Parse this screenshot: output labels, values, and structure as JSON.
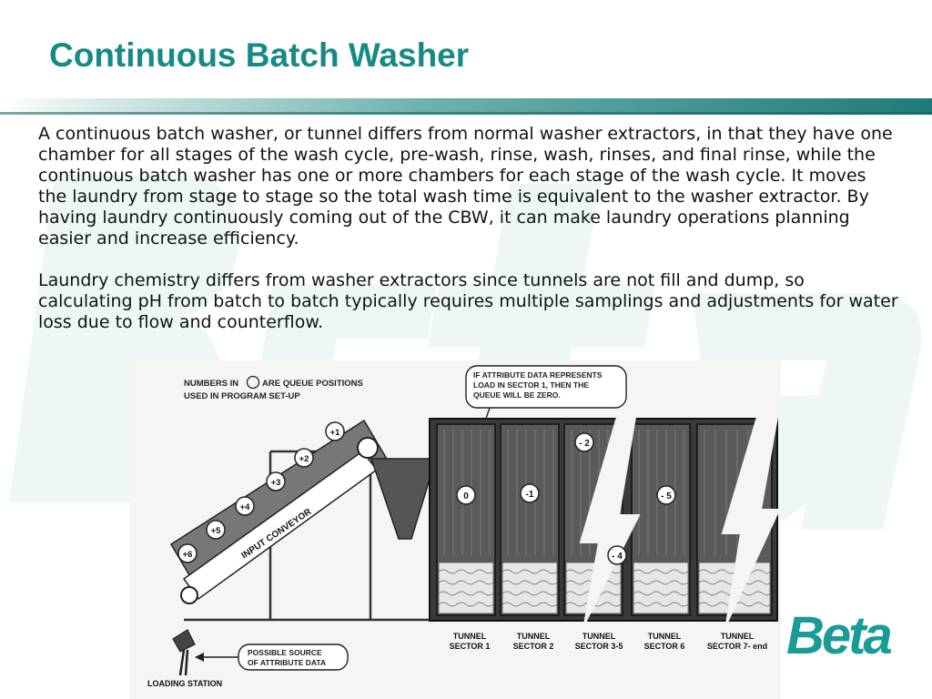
{
  "slide": {
    "title": "Continuous Batch Washer",
    "paragraphs": [
      "A continuous batch washer, or tunnel differs from normal washer extractors, in that they have one chamber for all stages of the wash cycle, pre-wash, rinse, wash, rinses, and final rinse, while the continuous batch washer has one or more chambers for each stage of the wash cycle.  It moves the laundry from stage to stage so the total wash time is equivalent to the washer extractor.  By having laundry continuously coming out of the CBW, it can make laundry operations planning easier and increase efficiency.",
      "Laundry chemistry differs from washer extractors since tunnels are not fill and dump, so calculating pH from batch to batch typically requires multiple samplings and adjustments for water loss due to flow and counterflow."
    ],
    "colors": {
      "title": "#168a84",
      "accent": "#1f7b78",
      "logo": "#1a9c96"
    },
    "logo_text": "Beta"
  },
  "diagram": {
    "legend": {
      "part1": "NUMBERS IN",
      "part2": "ARE QUEUE  POSITIONS",
      "line2": "USED IN PROGRAM SET-UP"
    },
    "callout_top": [
      "IF ATTRIBUTE DATA REPRESENTS",
      "LOAD IN SECTOR 1, THEN THE",
      "QUEUE WILL BE ZERO."
    ],
    "conveyor_label": "INPUT CONVEYOR",
    "conveyor_positions": [
      "+1",
      "+2",
      "+3",
      "+4",
      "+5",
      "+6"
    ],
    "chamber_positions": [
      "0",
      "-1",
      "- 2",
      "- 4",
      "- 5"
    ],
    "sectors": [
      [
        "TUNNEL",
        "SECTOR 1"
      ],
      [
        "TUNNEL",
        "SECTOR 2"
      ],
      [
        "TUNNEL",
        "SECTOR 3-5"
      ],
      [
        "TUNNEL",
        "SECTOR 6"
      ],
      [
        "TUNNEL",
        "SECTOR 7- end"
      ]
    ],
    "source_callout": [
      "POSSIBLE SOURCE",
      "OF ATTRIBUTE DATA"
    ],
    "loading_station": "LOADING STATION"
  }
}
